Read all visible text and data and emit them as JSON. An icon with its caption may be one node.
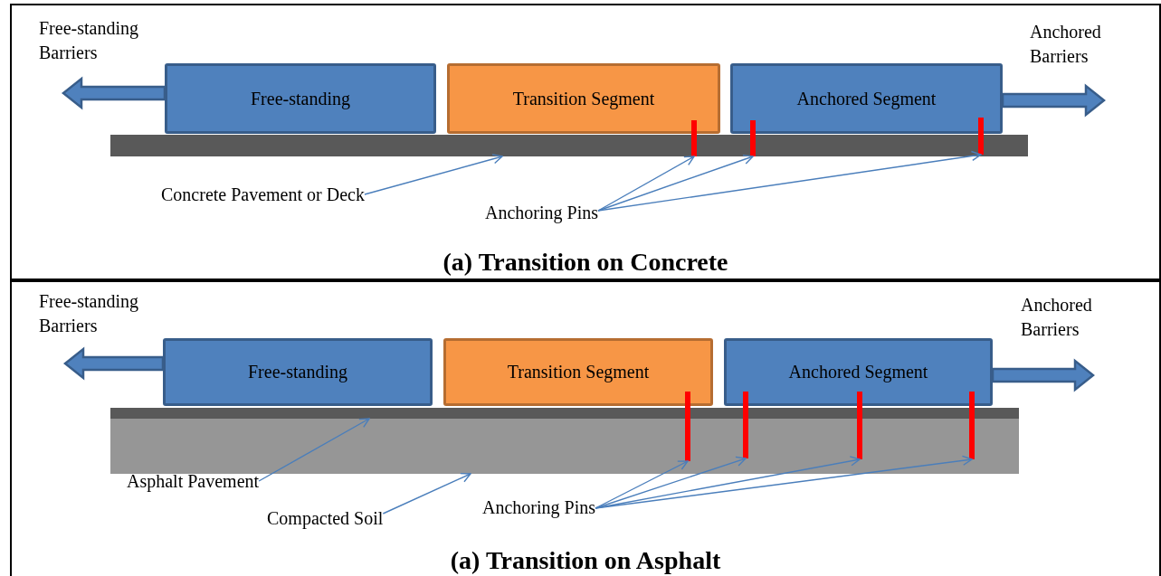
{
  "diagram": {
    "nodes": [
      {
        "text": [
          "(a) Transition on Concrete"
        ]
      },
      {
        "text": [
          "Free-standing"
        ],
        "in": 0
      },
      {
        "text": [
          "Transition Segment"
        ],
        "in": 0
      },
      {
        "text": [
          "Anchored Segment"
        ],
        "in": 0
      },
      {
        "text": [],
        "shape": "bar",
        "in": 0
      },
      {
        "text": [
          "Concrete Pavement or Deck"
        ],
        "in": 0
      },
      {
        "text": [
          "Anchoring Pins"
        ],
        "in": 0
      },
      {
        "text": [],
        "shape": "bar",
        "in": 0
      },
      {
        "text": [],
        "shape": "bar",
        "in": 0
      },
      {
        "text": [],
        "shape": "bar",
        "in": 0
      },
      {
        "text": [
          "(a) Transition on Asphalt"
        ]
      },
      {
        "text": [
          "Free-standing"
        ],
        "in": 10
      },
      {
        "text": [
          "Transition Segment"
        ],
        "in": 10
      },
      {
        "text": [
          "Anchored Segment"
        ],
        "in": 10
      },
      {
        "text": [],
        "shape": "bar",
        "in": 10
      },
      {
        "text": [],
        "shape": "bar",
        "in": 10
      },
      {
        "text": [
          "Asphalt Pavement"
        ],
        "in": 10
      },
      {
        "text": [
          "Compacted Soil"
        ],
        "in": 10
      },
      {
        "text": [
          "Anchoring Pins"
        ],
        "in": 10
      },
      {
        "text": [],
        "shape": "bar",
        "in": 10
      },
      {
        "text": [],
        "shape": "bar",
        "in": 10
      },
      {
        "text": [],
        "shape": "bar",
        "in": 10
      },
      {
        "text": [],
        "shape": "bar",
        "in": 10
      }
    ],
    "edges": [
      {
        "from": 1,
        "to": null,
        "arrow": "to",
        "style": "thick"
      },
      {
        "from": 3,
        "to": null,
        "arrow": "to",
        "style": "thick"
      },
      {
        "from": 5,
        "to": 4,
        "arrow": "to"
      },
      {
        "from": 6,
        "to": 7,
        "arrow": "to"
      },
      {
        "from": 6,
        "to": 8,
        "arrow": "to"
      },
      {
        "from": 6,
        "to": 9,
        "arrow": "to"
      },
      {
        "from": 11,
        "to": null,
        "arrow": "to",
        "style": "thick"
      },
      {
        "from": 13,
        "to": null,
        "arrow": "to",
        "style": "thick"
      },
      {
        "from": 16,
        "to": 14,
        "arrow": "to"
      },
      {
        "from": 17,
        "to": 15,
        "arrow": "to"
      },
      {
        "from": 18,
        "to": 19,
        "arrow": "to"
      },
      {
        "from": 18,
        "to": 20,
        "arrow": "to"
      },
      {
        "from": 18,
        "to": 21,
        "arrow": "to"
      },
      {
        "from": 18,
        "to": 22,
        "arrow": "to"
      }
    ],
    "labels": [
      "Free-standing Barriers",
      "Anchored Barriers",
      "Free-standing Barriers",
      "Anchored Barriers"
    ]
  }
}
